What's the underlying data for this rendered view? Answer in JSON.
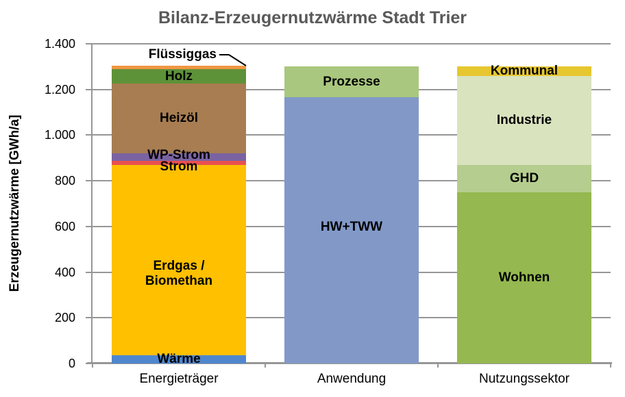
{
  "chart_data": {
    "type": "bar",
    "stacked": true,
    "title": "Bilanz-Erzeugernutzwärme Stadt Trier",
    "xlabel": "",
    "ylabel": "Erzeugernutzwärme [GWh/a]",
    "ylim": [
      0,
      1400
    ],
    "ytick_step": 200,
    "grid": true,
    "legend_position": "none",
    "yticks": [
      {
        "value": 0,
        "label": "0"
      },
      {
        "value": 200,
        "label": "200"
      },
      {
        "value": 400,
        "label": "400"
      },
      {
        "value": 600,
        "label": "600"
      },
      {
        "value": 800,
        "label": "800"
      },
      {
        "value": 1000,
        "label": "1.000"
      },
      {
        "value": 1200,
        "label": "1.200"
      },
      {
        "value": 1400,
        "label": "1.400"
      }
    ],
    "categories": [
      "Energieträger",
      "Anwendung",
      "Nutzungssektor"
    ],
    "bars": [
      {
        "category": "Energieträger",
        "total": 1303,
        "segments": [
          {
            "label": "Wärme",
            "value": 35,
            "color": "#4F87CE"
          },
          {
            "label": "Erdgas /\nBiomethan",
            "value": 835,
            "color": "#FFC000",
            "label_dy": 20
          },
          {
            "label": "Strom",
            "value": 18,
            "color": "#E8514F",
            "label_dy": 6
          },
          {
            "label": "WP-Strom",
            "value": 31,
            "color": "#7A63A2",
            "label_dy": -3
          },
          {
            "label": "Heizöl",
            "value": 306,
            "color": "#A87D51"
          },
          {
            "label": "Holz",
            "value": 65,
            "color": "#5E9238"
          },
          {
            "label": "Flüssiggas",
            "value": 13,
            "color": "#EF9643",
            "label_outside": true
          }
        ]
      },
      {
        "category": "Anwendung",
        "total": 1300,
        "segments": [
          {
            "label": "HW+TWW",
            "value": 1165,
            "color": "#8299C8",
            "label_dy": -5
          },
          {
            "label": "Prozesse",
            "value": 135,
            "color": "#A9C77E"
          }
        ]
      },
      {
        "category": "Nutzungssektor",
        "total": 1300,
        "segments": [
          {
            "label": "Wohnen",
            "value": 750,
            "color": "#95B850"
          },
          {
            "label": "GHD",
            "value": 120,
            "color": "#B5CD8E"
          },
          {
            "label": "Industrie",
            "value": 390,
            "color": "#D9E3BE"
          },
          {
            "label": "Kommunal",
            "value": 40,
            "color": "#E7C72F"
          }
        ]
      }
    ],
    "colors": {
      "title": "#595959",
      "grid": "#969696",
      "axis": "#969696",
      "label": "#000000"
    }
  }
}
